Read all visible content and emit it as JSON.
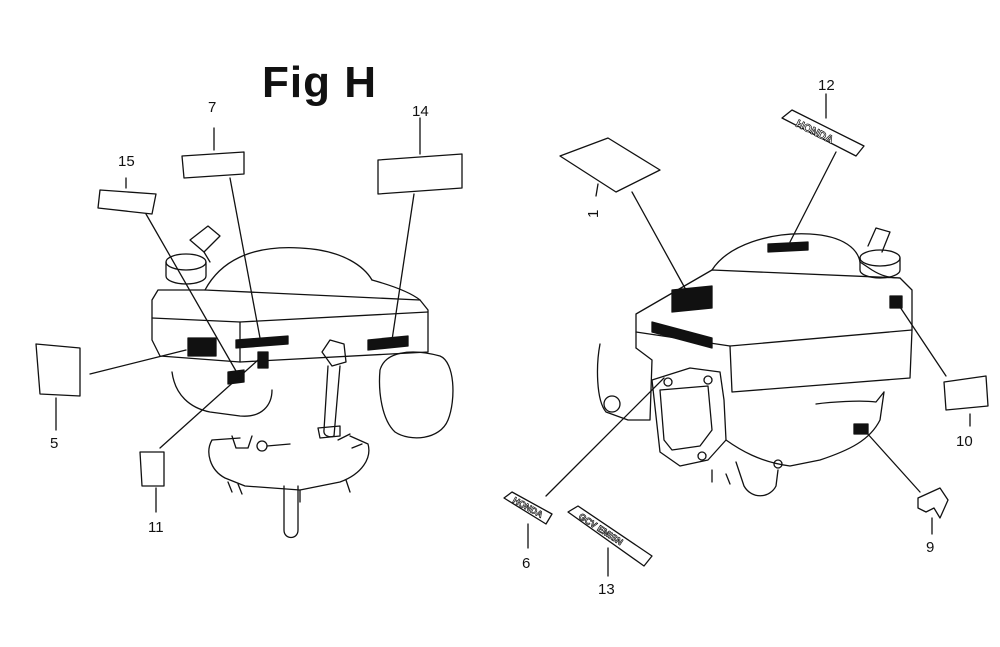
{
  "figure": {
    "title": "Fig H"
  },
  "callouts": {
    "c1": "1",
    "c5": "5",
    "c6": "6",
    "c7": "7",
    "c9": "9",
    "c10": "10",
    "c11": "11",
    "c12": "12",
    "c13": "13",
    "c14": "14",
    "c15": "15"
  },
  "decal_text": {
    "honda_12": "HONDA",
    "honda_6": "HONDA",
    "emission_13": "GCV EMISN"
  }
}
